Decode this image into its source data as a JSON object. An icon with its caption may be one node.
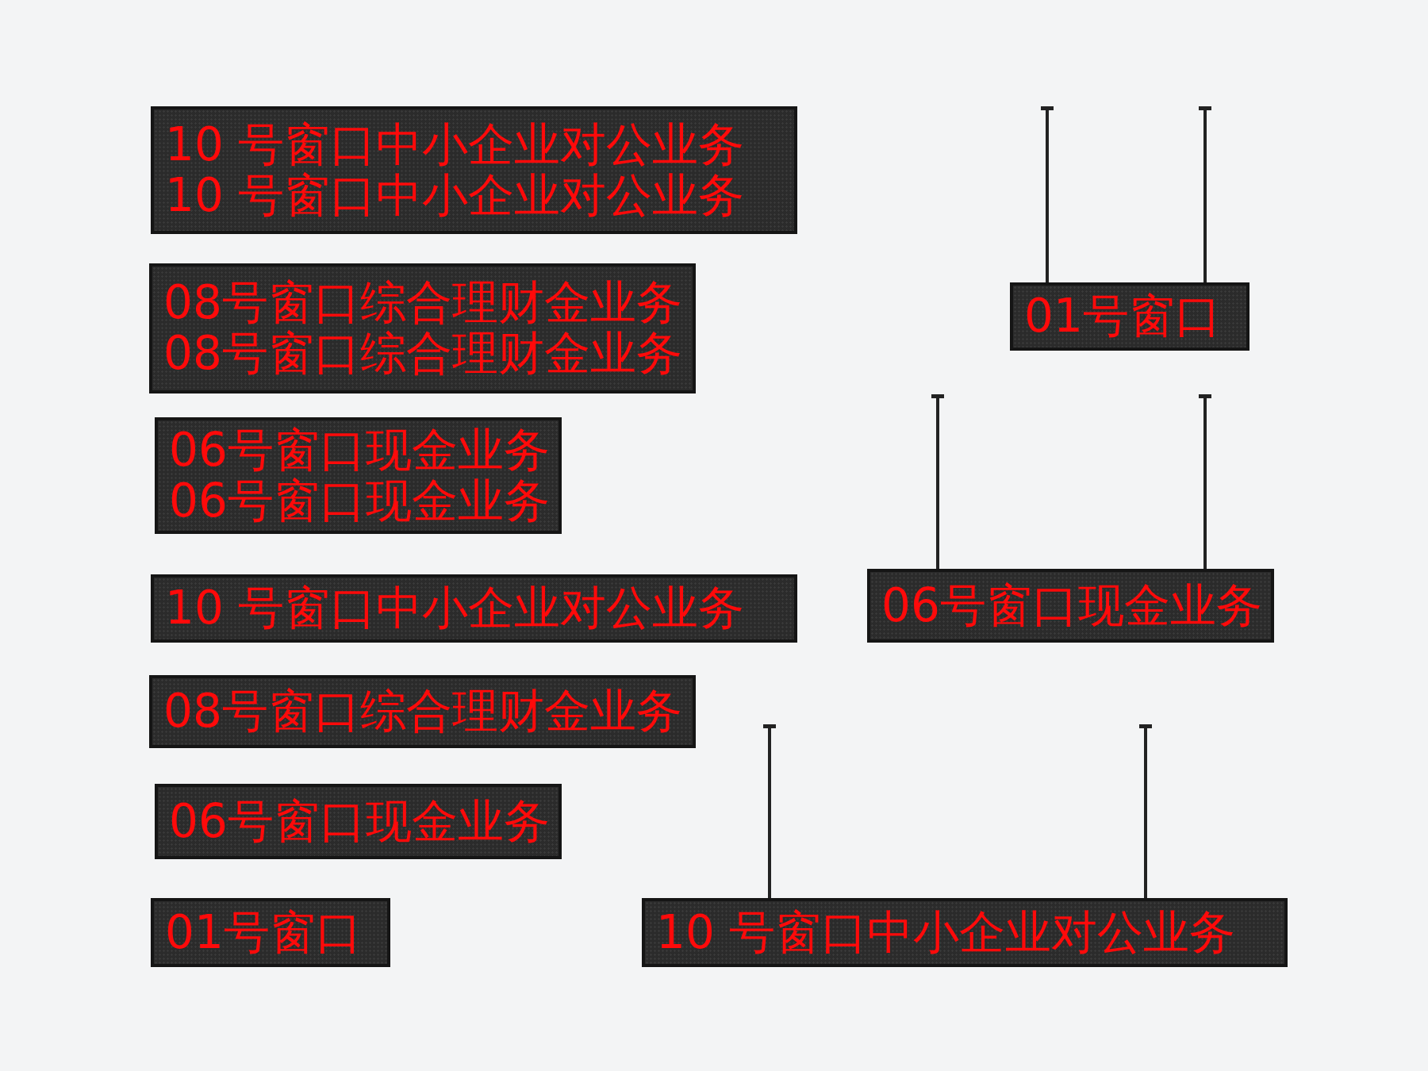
{
  "diagram": {
    "nodes": [
      {
        "text": [
          "10 号窗口中小企业对公业务",
          "10 号窗口中小企业对公业务"
        ]
      },
      {
        "text": [
          "08号窗口综合理财金业务",
          "08号窗口综合理财金业务"
        ]
      },
      {
        "text": [
          "06号窗口现金业务",
          "06号窗口现金业务"
        ]
      },
      {
        "text": [
          "10 号窗口中小企业对公业务"
        ]
      },
      {
        "text": [
          "08号窗口综合理财金业务"
        ]
      },
      {
        "text": [
          "06号窗口现金业务"
        ]
      },
      {
        "text": [
          "01号窗口"
        ]
      },
      {
        "text": [
          "01号窗口"
        ]
      },
      {
        "text": [
          "06号窗口现金业务"
        ]
      },
      {
        "text": [
          "10 号窗口中小企业对公业务"
        ]
      }
    ]
  }
}
